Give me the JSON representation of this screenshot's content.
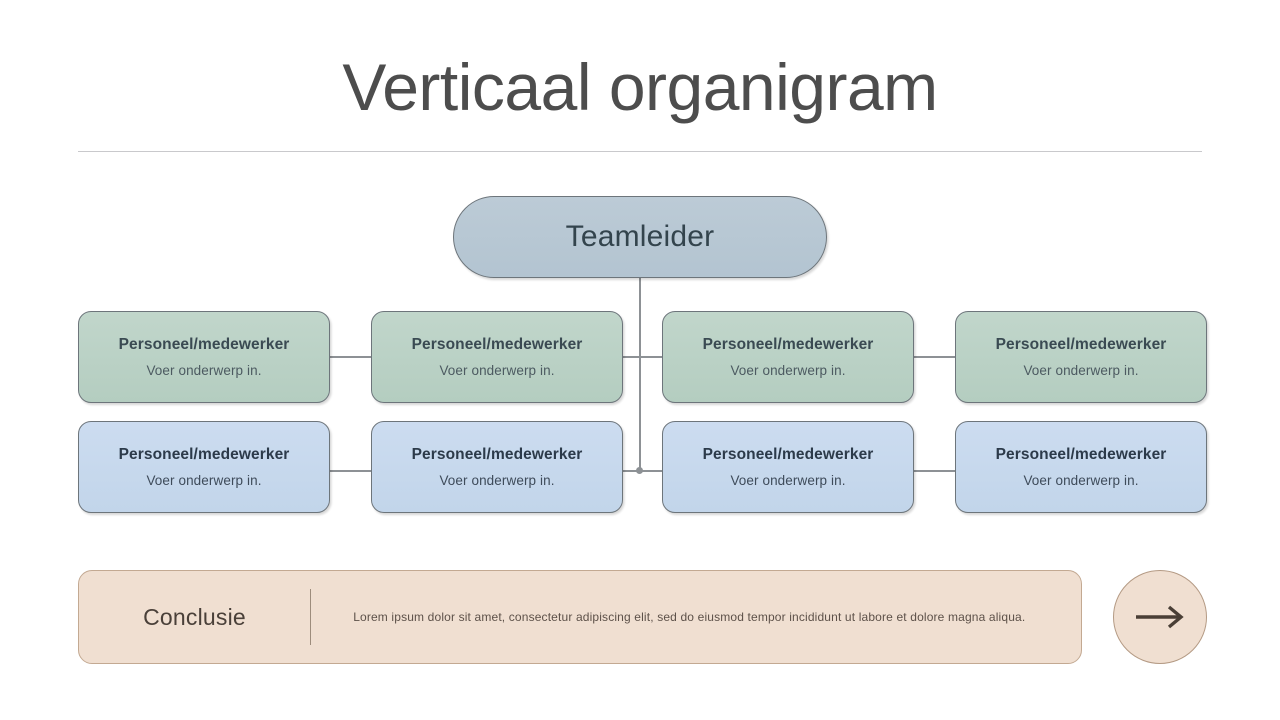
{
  "slide": {
    "title": "Verticaal organigram",
    "background": "#ffffff"
  },
  "org_chart": {
    "root": {
      "label": "Teamleider",
      "fill": "#b5c7d3",
      "border": "#6d757b",
      "text_color": "#33444d"
    },
    "rows": [
      {
        "row_name": "green-row",
        "fill": "#b9d2c6",
        "nodes": [
          {
            "title": "Personeel/medewerker",
            "subtitle": "Voer onderwerp in."
          },
          {
            "title": "Personeel/medewerker",
            "subtitle": "Voer onderwerp in."
          },
          {
            "title": "Personeel/medewerker",
            "subtitle": "Voer onderwerp in."
          },
          {
            "title": "Personeel/medewerker",
            "subtitle": "Voer onderwerp in."
          }
        ]
      },
      {
        "row_name": "blue-row",
        "fill": "#c6d7ec",
        "nodes": [
          {
            "title": "Personeel/medewerker",
            "subtitle": "Voer onderwerp in."
          },
          {
            "title": "Personeel/medewerker",
            "subtitle": "Voer onderwerp in."
          },
          {
            "title": "Personeel/medewerker",
            "subtitle": "Voer onderwerp in."
          },
          {
            "title": "Personeel/medewerker",
            "subtitle": "Voer onderwerp in."
          }
        ]
      }
    ],
    "connector_color": "#8d9195"
  },
  "conclusion": {
    "heading": "Conclusie",
    "body": "Lorem ipsum dolor sit amet, consectetur adipiscing elit, sed do eiusmod tempor incididunt ut labore et dolore magna aliqua.",
    "fill": "#f0dfd1",
    "border": "#c3a992",
    "heading_color": "#4a4039"
  },
  "next_button": {
    "icon": "arrow-right-icon",
    "fill": "#f0dfd1",
    "border": "#b49a84",
    "arrow_color": "#4a3f36"
  }
}
